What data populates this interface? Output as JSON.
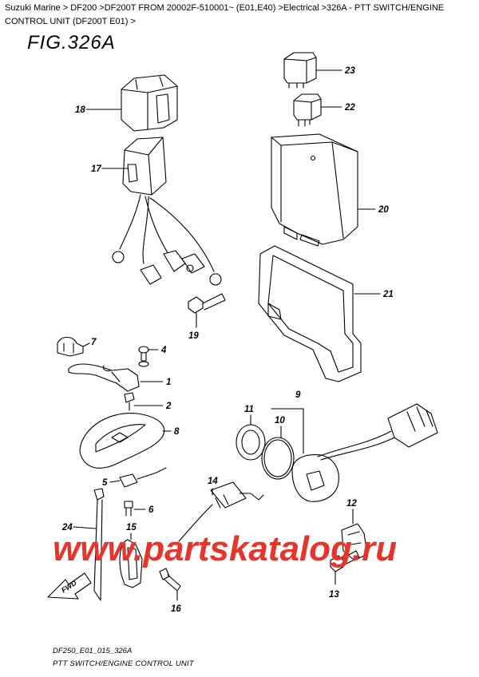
{
  "breadcrumb": "Suzuki Marine > DF200 >DF200T FROM 20002F-510001~ (E01,E40) >Electrical >326A - PTT SWITCH/ENGINE CONTROL UNIT (DF200T E01) >",
  "figure_title": "FIG.326A",
  "watermark": "www.partskatalog.ru",
  "fwd_label": "FWD",
  "footer_code": "DF250_E01_015_326A",
  "footer_caption": "PTT SWITCH/ENGINE CONTROL UNIT",
  "callouts": {
    "c1": "1",
    "c2": "2",
    "c4": "4",
    "c5": "5",
    "c6": "6",
    "c7": "7",
    "c8": "8",
    "c9": "9",
    "c10": "10",
    "c11": "11",
    "c12": "12",
    "c13": "13",
    "c14": "14",
    "c15": "15",
    "c16": "16",
    "c17": "17",
    "c18": "18",
    "c19": "19",
    "c20": "20",
    "c21": "21",
    "c22": "22",
    "c23": "23",
    "c24": "24"
  },
  "colors": {
    "watermark": "#e8352c",
    "line": "#000000",
    "background": "#ffffff"
  }
}
